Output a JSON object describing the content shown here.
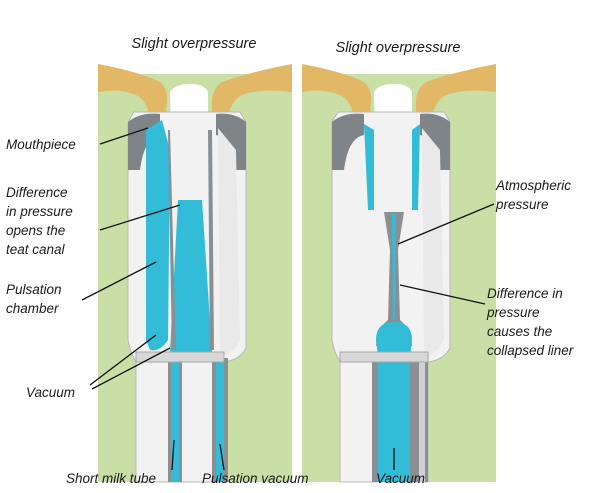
{
  "diagram": {
    "left_panel": {
      "top_label": "Slight overpressure",
      "labels": {
        "mouthpiece": "Mouthpiece",
        "difference_teat_canal": [
          "Difference",
          "in pressure",
          "opens the",
          "teat canal"
        ],
        "pulsation_chamber": [
          "Pulsation",
          "chamber"
        ],
        "vacuum": "Vacuum",
        "short_milk_tube": "Short milk tube",
        "pulsation_vacuum": "Pulsation vacuum"
      }
    },
    "right_panel": {
      "top_label": "Slight overpressure",
      "labels": {
        "atmospheric_pressure": [
          "Atmospheric",
          "pressure"
        ],
        "collapsed_liner": [
          "Difference in",
          "pressure",
          "causes the",
          "collapsed liner"
        ],
        "vacuum": "Vacuum"
      }
    },
    "colors": {
      "background_green": "#c9dfa6",
      "udder_tan": "#e2b766",
      "milk_blue": "#33bcd8",
      "liner_gray": "#8a8f93",
      "shell_light": "#f2f2f2"
    }
  }
}
